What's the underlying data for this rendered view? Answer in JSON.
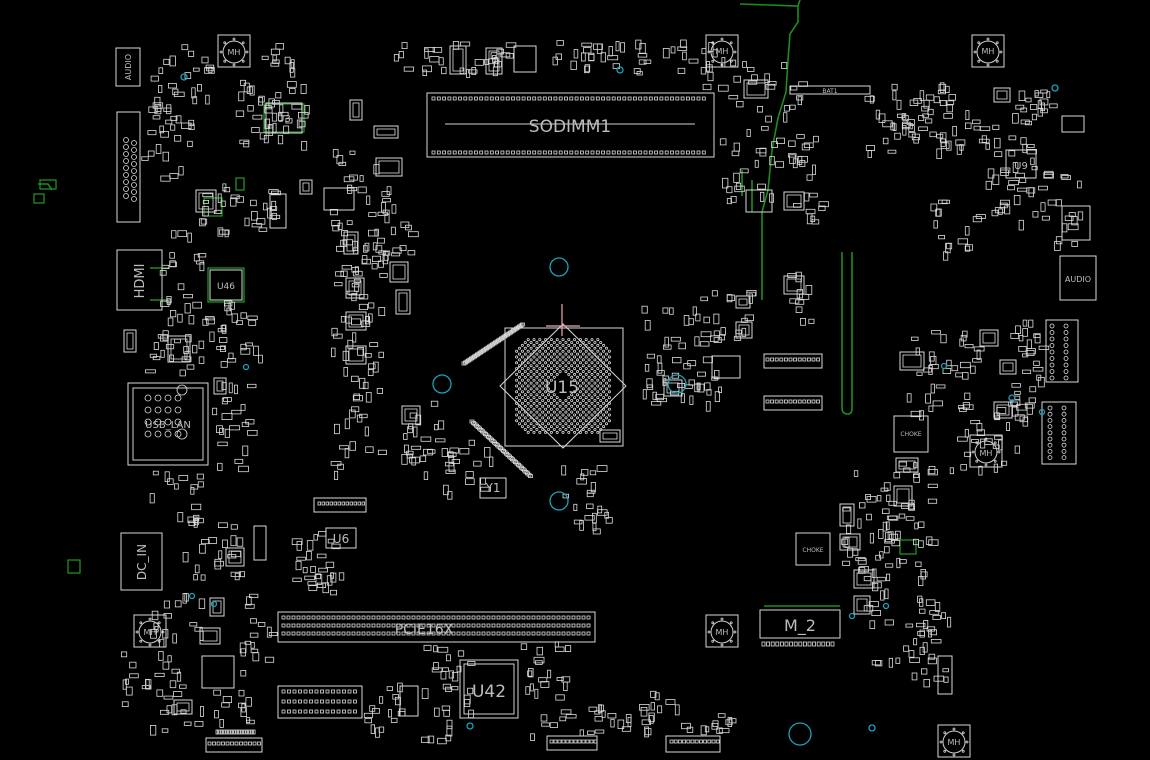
{
  "labels": {
    "sodimm": "SODIMM1",
    "u15": "U15",
    "u3": "U3",
    "u9": "U9",
    "u46": "U46",
    "u42": "U42",
    "u6": "U6",
    "y1": "Y1",
    "m2": "M_2",
    "hdmi": "HDMI",
    "dc_in": "DC_IN",
    "audio": "AUDIO",
    "usb_lan": "USB_LAN",
    "pcie": "PCIE16X",
    "bat": "BAT1",
    "choke": "CHOKE",
    "mh": "MH"
  },
  "colors": {
    "background": "#000000",
    "silkscreen": "#cfcfcf",
    "trace": "#1e8c1e",
    "via": "#1aa3b8"
  }
}
